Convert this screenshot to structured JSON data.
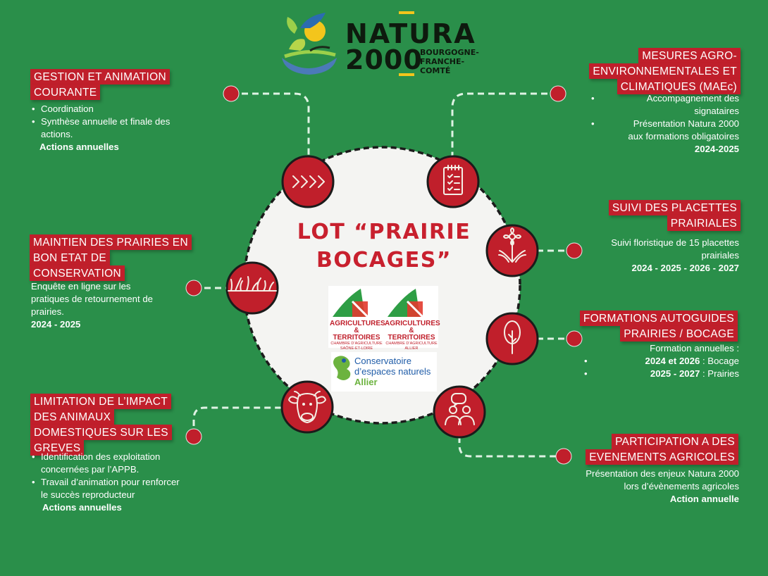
{
  "header": {
    "logo_line1": "NATURA",
    "logo_line2": "2000",
    "logo_region": [
      "BOURGOGNE-",
      "FRANCHE-",
      "COMTÉ"
    ]
  },
  "center": {
    "title_line1": "LOT “PRAIRIE",
    "title_line2": "BOCAGES”",
    "partners": {
      "chambre1_brand": "AGRICULTURES",
      "chambre1_brand2": "& TERRITOIRES",
      "chambre1_sub1": "CHAMBRE D’AGRICULTURE",
      "chambre1_sub2": "SAÔNE-ET-LOIRE",
      "chambre2_brand": "AGRICULTURES",
      "chambre2_brand2": "& TERRITOIRES",
      "chambre2_sub1": "CHAMBRE D’AGRICULTURE",
      "chambre2_sub2": "ALLIER",
      "cen_line1": "Conservatoire",
      "cen_line2": "d’espaces naturels",
      "cen_line3": "Allier"
    }
  },
  "sections": {
    "gestion": {
      "title": [
        "GESTION ET ANIMATION",
        "COURANTE"
      ],
      "bullets": [
        "Coordination",
        "Synthèse annuelle et finale des",
        "actions."
      ],
      "footer": "Actions annuelles",
      "icon": "chevrons-right-icon"
    },
    "maintien": {
      "title": [
        "MAINTIEN DES PRAIRIES EN",
        "BON ETAT DE",
        "CONSERVATION"
      ],
      "text": [
        "Enquête en ligne sur les",
        "pratiques de retournement de",
        "prairies."
      ],
      "footer": "2024 - 2025",
      "icon": "grass-icon"
    },
    "limitation": {
      "title": [
        "LIMITATION DE L’IMPACT",
        "DES ANIMAUX",
        "DOMESTIQUES SUR LES",
        "GREVES"
      ],
      "bullets": [
        "Identification des exploitation",
        "concernées par l’APPB.",
        "Travail d’animation pour renforcer",
        "le succès reproducteur"
      ],
      "footer": "Actions annuelles",
      "icon": "cow-icon"
    },
    "mesures": {
      "title": [
        "MESURES AGRO-",
        "ENVIRONNEMENTALES ET",
        "CLIMATIQUES (MAEc)"
      ],
      "bullets": [
        "Accompagnement des",
        "signataires",
        "Présentation Natura 2000",
        "aux formations obligatoires"
      ],
      "footer": "2024-2025",
      "icon": "checklist-icon"
    },
    "suivi": {
      "title": [
        "SUIVI DES PLACETTES",
        "PRAIRIALES"
      ],
      "text": [
        "Suivi floristique de 15 placettes",
        "prairiales"
      ],
      "footer": "2024 - 2025 - 2026 - 2027",
      "icon": "flower-icon"
    },
    "formations": {
      "title": [
        "FORMATIONS AUTOGUIDES",
        "PRAIRIES / BOCAGE"
      ],
      "intro": "Formation annuelles :",
      "item1_bold": "2024 et 2026",
      "item1_rest": " : Bocage",
      "item2_bold": "2025 - 2027",
      "item2_rest": " : Prairies",
      "icon": "tree-icon"
    },
    "participation": {
      "title": [
        "PARTICIPATION A DES",
        "EVENEMENTS AGRICOLES"
      ],
      "text": [
        "Présentation des enjeux Natura 2000",
        "lors d’évènements agricoles"
      ],
      "footer": "Action annuelle",
      "icon": "people-discussion-icon"
    }
  },
  "colors": {
    "background": "#2a8f4a",
    "accent_red": "#c01f2b",
    "circle_fill": "#f4f4f2",
    "text_white": "#ffffff"
  }
}
